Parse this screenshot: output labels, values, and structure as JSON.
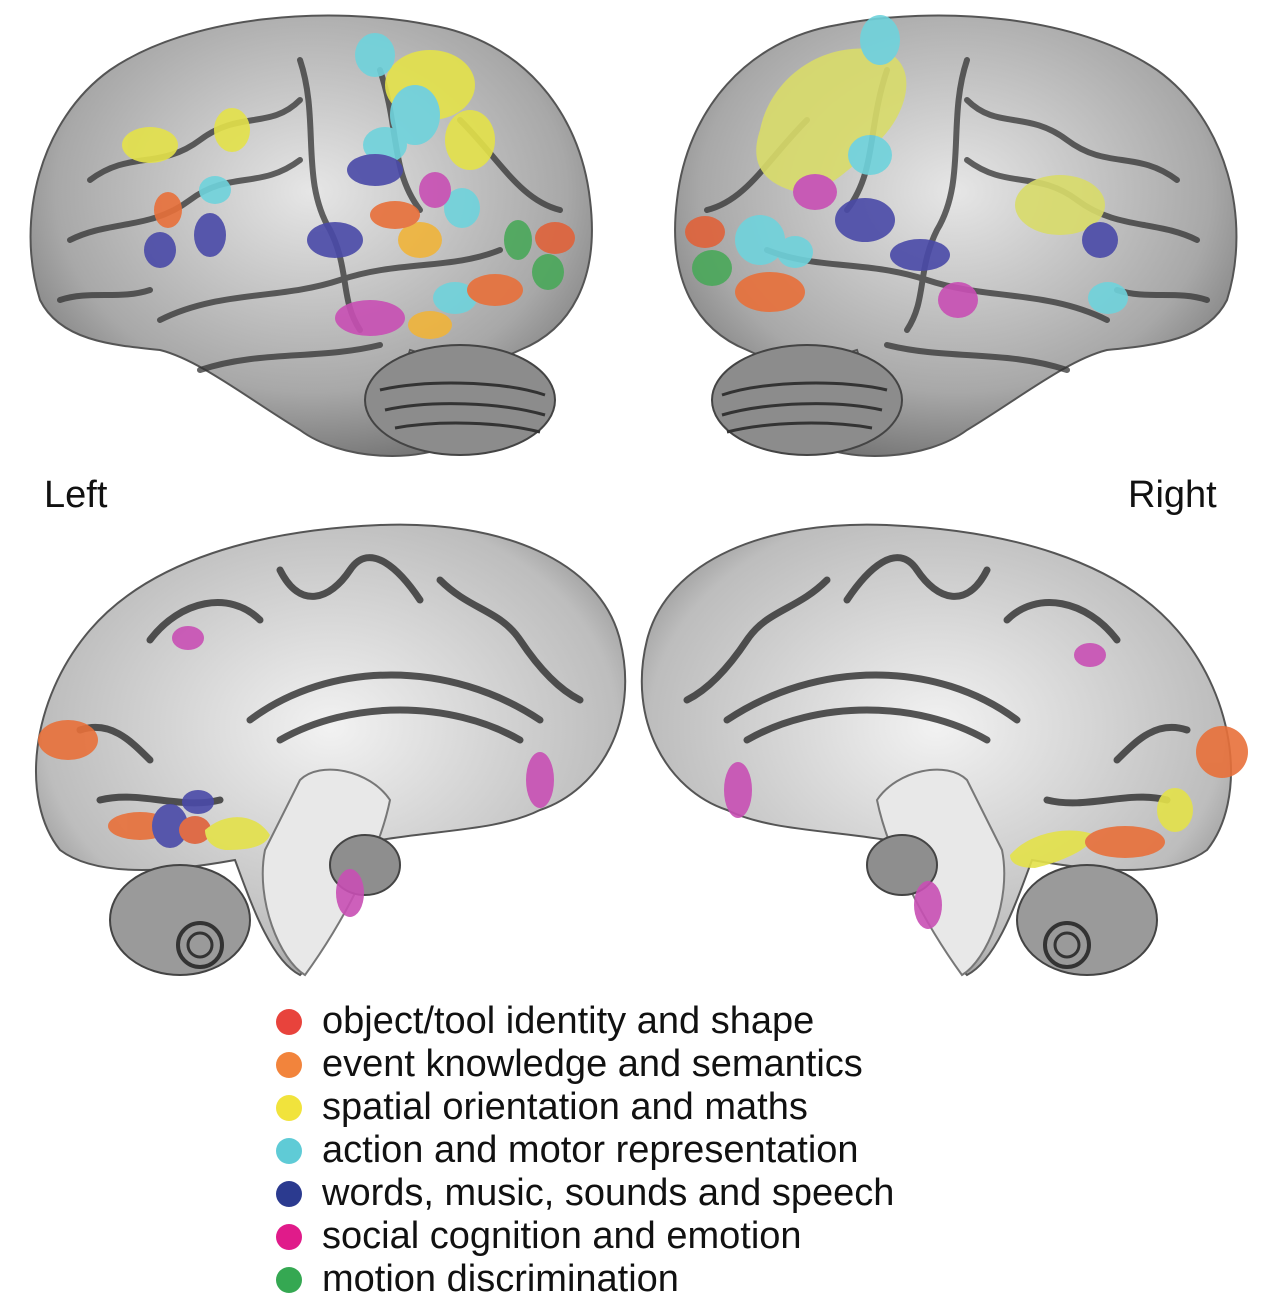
{
  "labels": {
    "left": "Left",
    "right": "Right"
  },
  "legend": [
    {
      "key": "object",
      "label": "object/tool identity and shape",
      "color": "#e8433c"
    },
    {
      "key": "event",
      "label": "event knowledge and semantics",
      "color": "#f2843c"
    },
    {
      "key": "spatial",
      "label": "spatial orientation and maths",
      "color": "#f1e33c"
    },
    {
      "key": "action",
      "label": "action and motor representation",
      "color": "#5fcbd6"
    },
    {
      "key": "words",
      "label": "words, music, sounds and speech",
      "color": "#2b3a8f"
    },
    {
      "key": "social",
      "label": "social cognition and emotion",
      "color": "#e01b8a"
    },
    {
      "key": "motion",
      "label": "motion discrimination",
      "color": "#35a852"
    }
  ],
  "colors": {
    "cortex": "#9a9a9a",
    "cortex_light": "#d6d6d6",
    "sulcus": "#3a3a3a",
    "patch_object": "#e0623a",
    "patch_event": "#e8703a",
    "patch_spatial": "#e4e24a",
    "patch_action": "#6fd3dc",
    "patch_words": "#4a4aa8",
    "patch_social": "#c84fb4",
    "patch_motion": "#4aa85a"
  }
}
